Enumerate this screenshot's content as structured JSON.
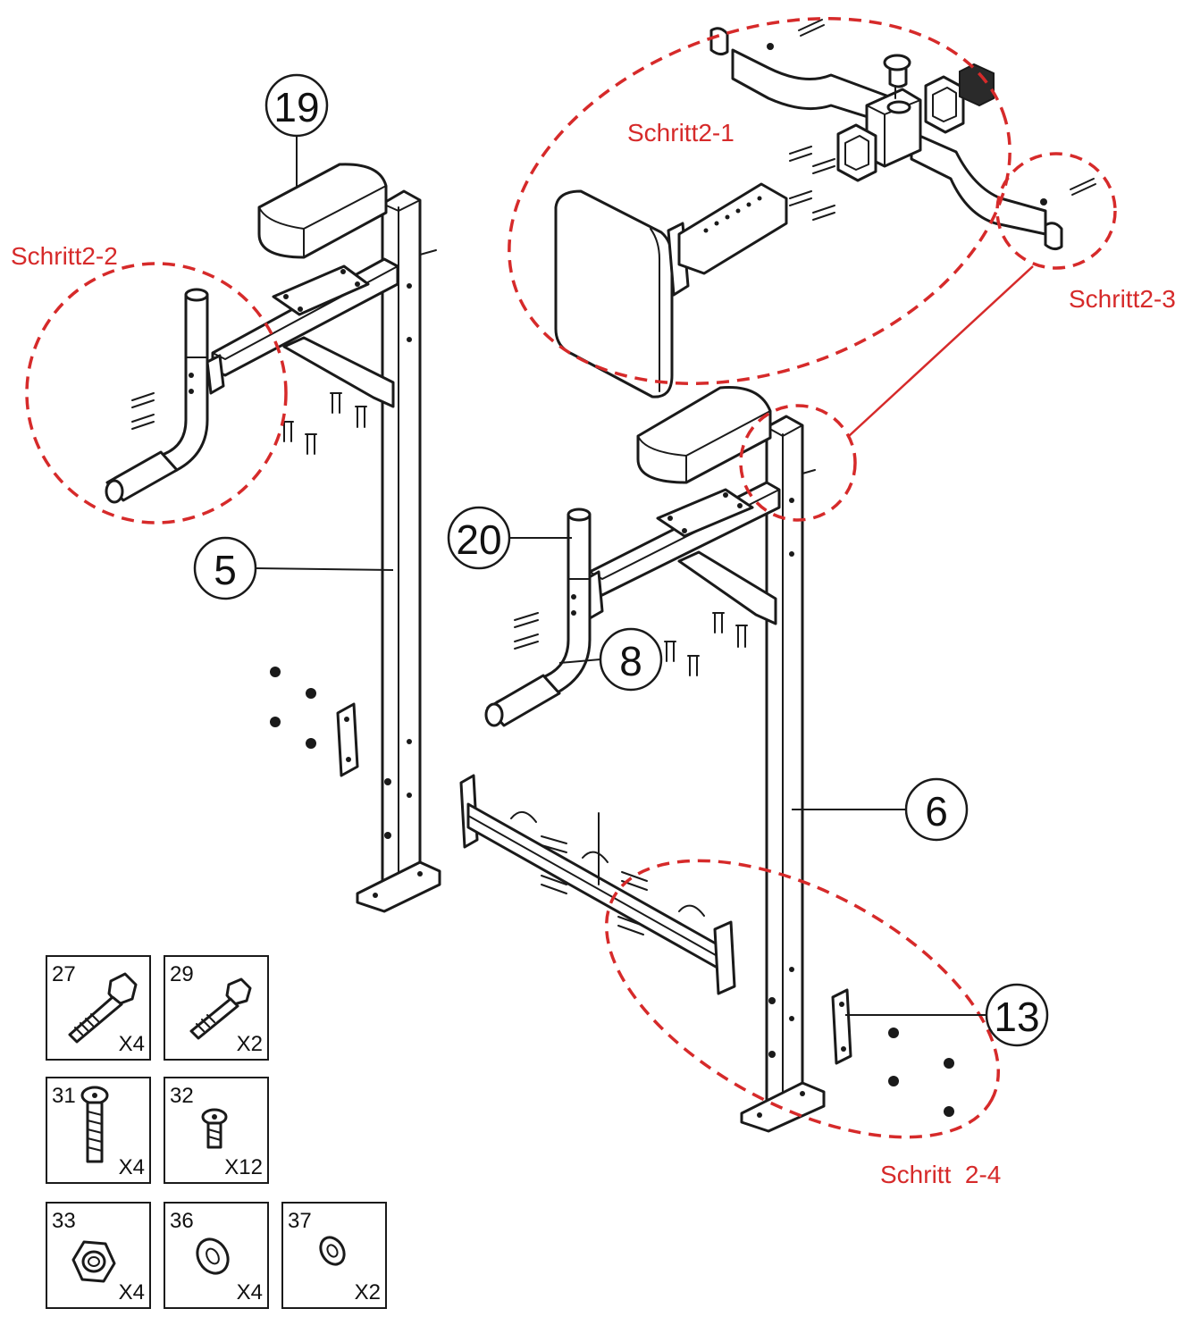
{
  "steps": {
    "s1": "Schritt2-1",
    "s2": "Schritt2-2",
    "s3": "Schritt2-3",
    "s4": "Schritt  2-4"
  },
  "callouts": {
    "c19": "19",
    "c5": "5",
    "c20": "20",
    "c8": "8",
    "c6": "6",
    "c13": "13"
  },
  "parts": [
    {
      "num": "27",
      "qty": "X4"
    },
    {
      "num": "29",
      "qty": "X2"
    },
    {
      "num": "31",
      "qty": "X4"
    },
    {
      "num": "32",
      "qty": "X12"
    },
    {
      "num": "33",
      "qty": "X4"
    },
    {
      "num": "36",
      "qty": "X4"
    },
    {
      "num": "37",
      "qty": "X2"
    }
  ],
  "colors": {
    "step_label": "#d62a2a",
    "line": "#1a1a1a"
  }
}
